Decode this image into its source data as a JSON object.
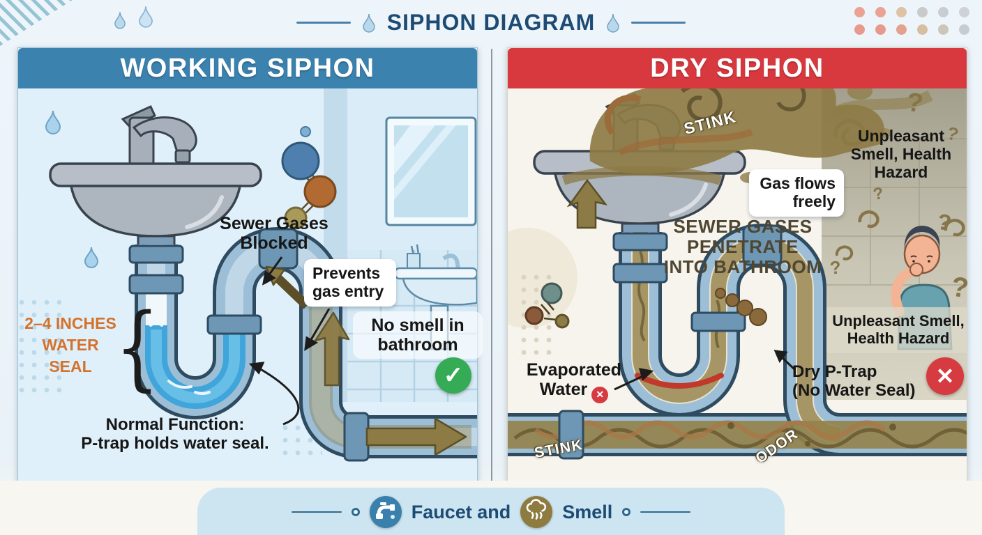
{
  "header": {
    "title": "SIPHON DIAGRAM"
  },
  "panels": {
    "working": {
      "title": "WORKING SIPHON",
      "sewer_blocked_line1": "Sewer Gases",
      "sewer_blocked_line2": "Blocked",
      "prevents_line1": "Prevents",
      "prevents_line2": "gas entry",
      "seal_line1": "2–4 INCHES",
      "seal_line2": "WATER",
      "seal_line3": "SEAL",
      "no_smell_line1": "No smell in",
      "no_smell_line2": "bathroom",
      "normal_line1": "Normal Function:",
      "normal_line2": "P-trap holds water seal."
    },
    "dry": {
      "title": "DRY SIPHON",
      "stink_top": "STINK",
      "gas_flows_line1": "Gas flows",
      "gas_flows_line2": "freely",
      "hazard_top_line1": "Unpleasant",
      "hazard_top_line2": "Smell, Health",
      "hazard_top_line3": "Hazard",
      "penetrate_line1": "SEWER GASES",
      "penetrate_line2": "PENETRATE",
      "penetrate_line3": "INTO BATHROOM",
      "evaporated_line1": "Evaporated",
      "evaporated_line2": "Water",
      "dry_trap_line1": "Dry P-Trap",
      "dry_trap_line2": "(No Water Seal)",
      "hazard_bottom_line1": "Unpleasant Smell,",
      "hazard_bottom_line2": "Health Hazard",
      "stink_pipe": "STINK",
      "odor_pipe": "ODOR"
    }
  },
  "footer": {
    "faucet_label": "Faucet and",
    "smell_label": "Smell"
  },
  "decorations": {
    "question_mark": "?",
    "check_glyph": "✓",
    "cross_glyph": "✕",
    "brace_glyph": "{"
  },
  "colors": {
    "working_header_blue": "#3b82af",
    "dry_header_red": "#d8393f",
    "title_blue": "#1d4b74",
    "water_seal_orange": "#d4722c",
    "gas_olive": "#8d7b45",
    "water_blue": "#3fa5da",
    "check_green": "#35ab55",
    "cross_red": "#d63b42",
    "footer_band": "#cde5f1"
  }
}
